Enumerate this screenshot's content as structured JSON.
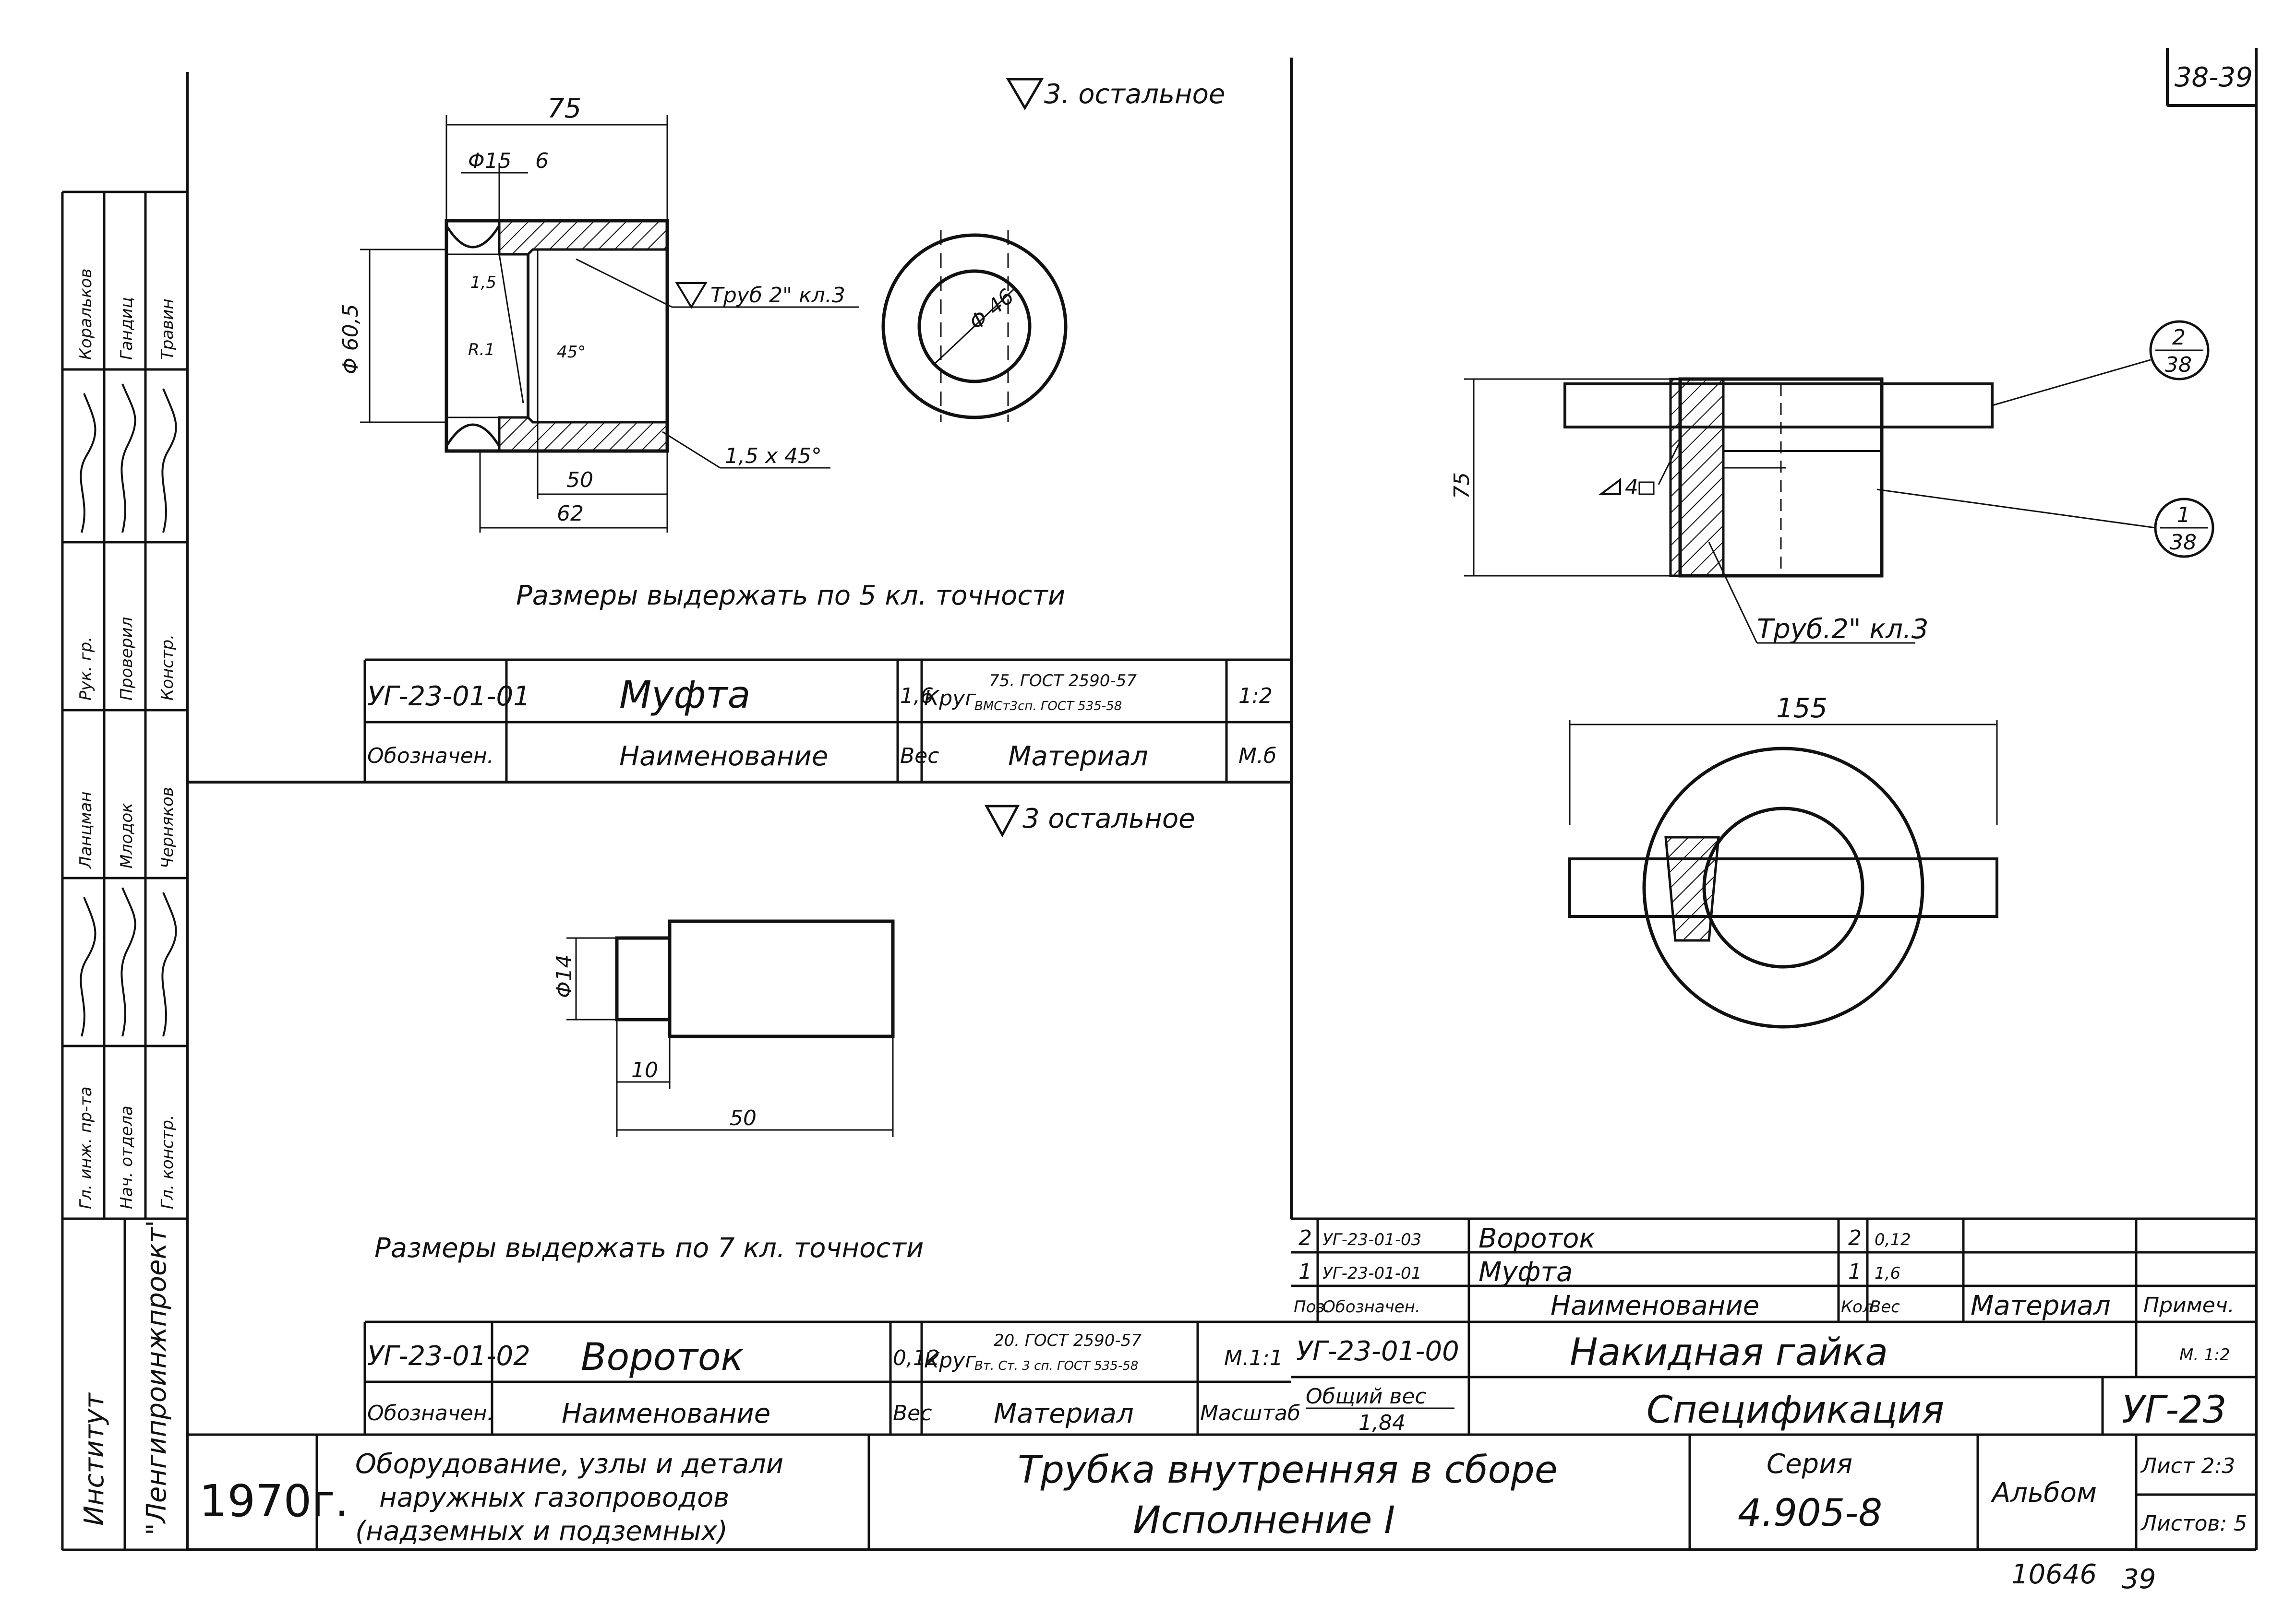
{
  "sheet_ref": "38-39",
  "bottom_numbers": {
    "archive": "10646",
    "page": "39"
  },
  "surface": {
    "top_left": "3. остальное",
    "mid_left": "3 остальное"
  },
  "coupling": {
    "dims": {
      "d75": "75",
      "d15": "Φ15",
      "d6": "6",
      "d605": "Φ 60,5",
      "d50": "50",
      "d62": "62",
      "r1": "R.1",
      "f15": "1,5",
      "a45": "45°",
      "ch": "1,5 x 45°",
      "d46": "Φ 46"
    },
    "thread": "Труб 2\" кл.3",
    "note": "Размеры выдержать по 5 кл. точности"
  },
  "table1": {
    "code": "УГ-23-01-01",
    "name": "Муфта",
    "weight": "1,6",
    "material_a": "Круг",
    "material_b": "75. ГОСТ 2590-57",
    "material_c": "ВМСт3сп. ГОСТ 535-58",
    "scale": "1:2",
    "h_code": "Обозначен.",
    "h_name": "Наименование",
    "h_weight": "Вес",
    "h_material": "Материал",
    "h_scale": "М.б"
  },
  "lever": {
    "dims": {
      "d14": "Φ14",
      "d10": "10",
      "d50": "50"
    },
    "note": "Размеры выдержать по 7 кл. точности"
  },
  "table2": {
    "code": "УГ-23-01-02",
    "name": "Вороток",
    "weight": "0,12",
    "material_a": "Круг",
    "material_b": "20. ГОСТ 2590-57",
    "material_c": "Вт. Ст. 3 сп. ГОСТ 535-58",
    "scale": "М.1:1",
    "h_code": "Обозначен.",
    "h_name": "Наименование",
    "h_weight": "Вес",
    "h_material": "Материал",
    "h_scale": "Масштаб"
  },
  "assembly": {
    "dim75": "75",
    "dim155": "155",
    "weld": "4",
    "thread": "Труб.2\" кл.3",
    "callouts": [
      {
        "num": "2",
        "sheet": "38"
      },
      {
        "num": "1",
        "sheet": "38"
      }
    ]
  },
  "spec": {
    "rows": [
      {
        "pos": "2",
        "code": "УГ-23-01-03",
        "name": "Вороток",
        "qty": "2",
        "weight": "0,12"
      },
      {
        "pos": "1",
        "code": "УГ-23-01-01",
        "name": "Муфта",
        "qty": "1",
        "weight": "1,6"
      }
    ],
    "headers": {
      "pos": "Поз.",
      "code": "Обозначен.",
      "name": "Наименование",
      "qty": "Кол.",
      "weight": "Вес",
      "material": "Материал",
      "note": "Примеч."
    },
    "assembly_code": "УГ-23-01-00",
    "assembly_name": "Накидная гайка",
    "assembly_scale": "М. 1:2",
    "total_weight_label": "Общий вес",
    "total_weight": "1,84",
    "spec_label": "Спецификация",
    "doc_code": "УГ-23"
  },
  "titleblock": {
    "year": "1970г.",
    "subject_l1": "Оборудование, узлы и детали",
    "subject_l2": "наружных газопроводов",
    "subject_l3": "(надземных и подземных)",
    "title_l1": "Трубка внутренняя в сборе",
    "title_l2": "Исполнение I",
    "series_label": "Серия",
    "series": "4.905-8",
    "album": "Альбом",
    "sheet": "Лист 2:3",
    "sheets": "Листов: 5"
  },
  "side": {
    "institute_l1": "Институт",
    "institute_l2": "\"Ленгипроинжпроект\"",
    "roles": [
      "Гл. инж. пр-та",
      "Нач. отдела",
      "Гл. констр.",
      "Рук. гр.",
      "Проверил",
      "Констр."
    ],
    "names": [
      "Коральков",
      "Гандиц",
      "Травин",
      "Ланцман",
      "Млодок",
      "Черняков"
    ]
  }
}
